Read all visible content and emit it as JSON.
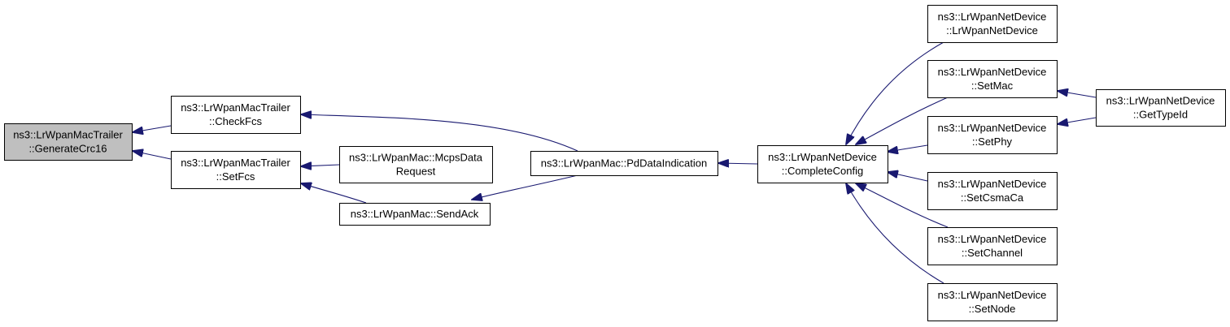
{
  "colors": {
    "node_fill": "#ffffff",
    "focus_fill": "#bfbfbf",
    "node_border": "#000000",
    "edge": "#191970",
    "text": "#000000"
  },
  "nodes": [
    {
      "id": "generate-crc16",
      "lines": [
        "ns3::LrWpanMacTrailer",
        "::GenerateCrc16"
      ],
      "focus": true
    },
    {
      "id": "check-fcs",
      "lines": [
        "ns3::LrWpanMacTrailer",
        "::CheckFcs"
      ]
    },
    {
      "id": "set-fcs",
      "lines": [
        "ns3::LrWpanMacTrailer",
        "::SetFcs"
      ]
    },
    {
      "id": "mcps-data-request",
      "lines": [
        "ns3::LrWpanMac::McpsData",
        "Request"
      ]
    },
    {
      "id": "send-ack",
      "lines": [
        "ns3::LrWpanMac::SendAck"
      ]
    },
    {
      "id": "pd-data-indication",
      "lines": [
        "ns3::LrWpanMac::PdDataIndication"
      ]
    },
    {
      "id": "complete-config",
      "lines": [
        "ns3::LrWpanNetDevice",
        "::CompleteConfig"
      ]
    },
    {
      "id": "lrwpan-net-device",
      "lines": [
        "ns3::LrWpanNetDevice",
        "::LrWpanNetDevice"
      ]
    },
    {
      "id": "set-mac",
      "lines": [
        "ns3::LrWpanNetDevice",
        "::SetMac"
      ]
    },
    {
      "id": "set-phy",
      "lines": [
        "ns3::LrWpanNetDevice",
        "::SetPhy"
      ]
    },
    {
      "id": "set-csma-ca",
      "lines": [
        "ns3::LrWpanNetDevice",
        "::SetCsmaCa"
      ]
    },
    {
      "id": "set-channel",
      "lines": [
        "ns3::LrWpanNetDevice",
        "::SetChannel"
      ]
    },
    {
      "id": "set-node",
      "lines": [
        "ns3::LrWpanNetDevice",
        "::SetNode"
      ]
    },
    {
      "id": "get-type-id",
      "lines": [
        "ns3::LrWpanNetDevice",
        "::GetTypeId"
      ]
    }
  ],
  "edges": [
    {
      "from": "check-fcs",
      "to": "generate-crc16"
    },
    {
      "from": "set-fcs",
      "to": "generate-crc16"
    },
    {
      "from": "pd-data-indication",
      "to": "check-fcs"
    },
    {
      "from": "mcps-data-request",
      "to": "set-fcs"
    },
    {
      "from": "send-ack",
      "to": "set-fcs"
    },
    {
      "from": "pd-data-indication",
      "to": "send-ack"
    },
    {
      "from": "complete-config",
      "to": "pd-data-indication"
    },
    {
      "from": "lrwpan-net-device",
      "to": "complete-config"
    },
    {
      "from": "set-mac",
      "to": "complete-config"
    },
    {
      "from": "set-phy",
      "to": "complete-config"
    },
    {
      "from": "set-csma-ca",
      "to": "complete-config"
    },
    {
      "from": "set-channel",
      "to": "complete-config"
    },
    {
      "from": "set-node",
      "to": "complete-config"
    },
    {
      "from": "get-type-id",
      "to": "set-mac"
    },
    {
      "from": "get-type-id",
      "to": "set-phy"
    }
  ]
}
